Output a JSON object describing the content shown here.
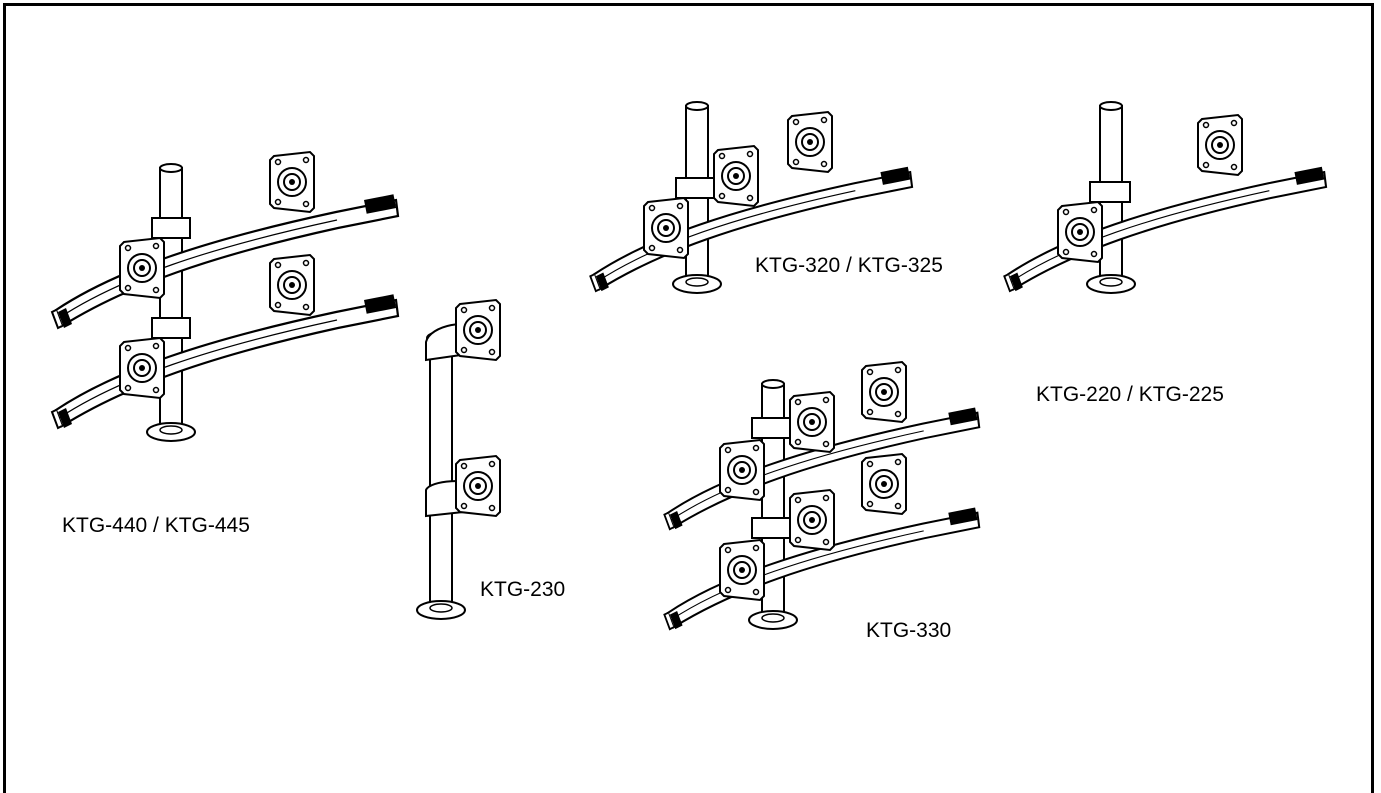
{
  "labels": {
    "ktg440": "KTG-440 / KTG-445",
    "ktg230": "KTG-230",
    "ktg320": "KTG-320 / KTG-325",
    "ktg220": "KTG-220 / KTG-225",
    "ktg330": "KTG-330"
  },
  "colors": {
    "line": "#000000",
    "fill": "#ffffff"
  }
}
